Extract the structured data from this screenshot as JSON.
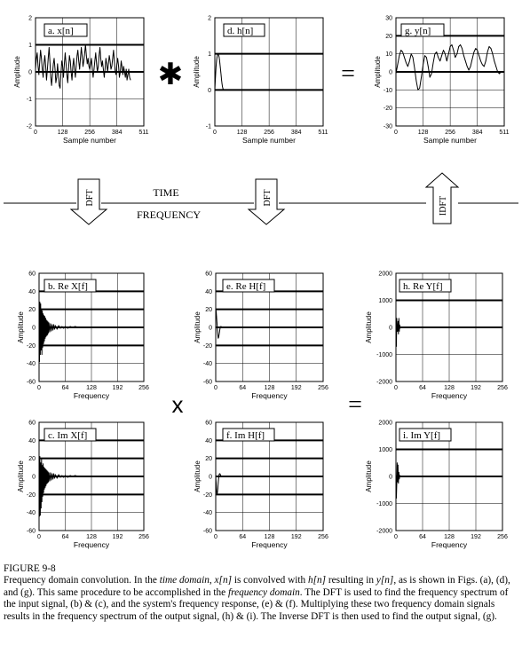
{
  "chart_data": [
    {
      "id": "xn",
      "type": "line",
      "panel_label": "a.  x[n]",
      "xlabel": "Sample number",
      "ylabel": "Amplitude",
      "xlim": [
        0,
        511
      ],
      "ylim": [
        -2,
        2
      ],
      "xticks": [
        0,
        128,
        256,
        384,
        511
      ],
      "yticks": [
        -2,
        -1,
        0,
        1,
        2
      ],
      "bold_grid_y": [
        0,
        1
      ],
      "x": [
        0,
        4,
        8,
        12,
        16,
        20,
        24,
        28,
        32,
        36,
        40,
        44,
        48,
        52,
        56,
        60,
        64,
        68,
        72,
        76,
        80,
        84,
        88,
        92,
        96,
        100,
        104,
        108,
        112,
        116,
        120,
        124,
        128,
        132,
        136,
        140,
        144,
        148,
        152,
        156,
        160,
        164,
        168,
        172,
        176,
        180,
        184,
        188,
        192,
        196,
        200,
        204,
        208,
        212,
        216,
        220,
        224,
        228,
        232,
        236,
        240,
        244,
        248,
        252,
        256,
        260,
        264,
        268,
        272,
        276,
        280,
        284,
        288,
        292,
        296,
        300,
        304,
        308,
        312,
        316,
        320,
        324,
        328,
        332,
        336,
        340,
        344,
        348,
        352,
        356,
        360,
        364,
        368,
        372,
        376,
        380,
        384,
        388,
        392,
        396,
        400,
        404,
        408,
        412,
        416,
        420,
        424,
        428,
        432,
        436,
        440,
        444,
        448
      ],
      "values": [
        0.1,
        0.5,
        0.7,
        0.2,
        -0.1,
        0.4,
        0.8,
        0.5,
        0.1,
        -0.2,
        0.3,
        0.6,
        0.2,
        -0.3,
        0.1,
        0.5,
        0.9,
        0.4,
        -0.2,
        -0.5,
        -0.1,
        0.3,
        0.5,
        0.1,
        -0.4,
        -0.2,
        0.3,
        -0.1,
        -0.5,
        -0.6,
        -0.1,
        0.4,
        0.2,
        -0.2,
        0.3,
        0.7,
        0.3,
        -0.1,
        -0.4,
        0.1,
        0.6,
        0.4,
        0.0,
        -0.3,
        0.2,
        0.5,
        0.1,
        -0.2,
        0.2,
        0.6,
        0.8,
        0.4,
        0.1,
        0.5,
        0.9,
        0.6,
        0.2,
        0.4,
        0.7,
        1.0,
        0.6,
        0.3,
        0.5,
        0.2,
        0.1,
        0.3,
        0.5,
        0.1,
        -0.2,
        0.1,
        0.4,
        0.7,
        0.3,
        0.0,
        0.2,
        0.6,
        0.9,
        0.5,
        0.2,
        0.4,
        0.1,
        -0.2,
        0.1,
        0.5,
        0.3,
        0.0,
        0.3,
        0.6,
        0.4,
        0.1,
        0.2,
        0.5,
        0.8,
        0.4,
        0.0,
        -0.1,
        0.3,
        0.5,
        0.2,
        -0.2,
        0.0,
        0.4,
        0.2,
        -0.1,
        0.2,
        0.0,
        -0.2,
        0.1,
        -0.3,
        -0.1,
        0.1,
        -0.2,
        -0.3
      ]
    },
    {
      "id": "hn",
      "type": "line",
      "panel_label": "d.  h[n]",
      "xlabel": "Sample number",
      "ylabel": "Amplitude",
      "xlim": [
        0,
        511
      ],
      "ylim": [
        -1,
        2
      ],
      "xticks": [
        0,
        128,
        256,
        384,
        511
      ],
      "yticks": [
        -1,
        0,
        1,
        2
      ],
      "bold_grid_y": [
        0,
        1
      ],
      "x": [
        0,
        2,
        4,
        6,
        8,
        10,
        12,
        14,
        16,
        18,
        20,
        22,
        24,
        26,
        28,
        30,
        32,
        34,
        36,
        38,
        40,
        42,
        44,
        46,
        48,
        50
      ],
      "values": [
        0.0,
        0.25,
        0.48,
        0.66,
        0.8,
        0.9,
        0.96,
        0.99,
        0.99,
        0.96,
        0.91,
        0.83,
        0.73,
        0.62,
        0.5,
        0.38,
        0.27,
        0.17,
        0.09,
        0.04,
        0.01,
        0.0,
        0.0,
        0.0,
        0.0,
        0.0
      ]
    },
    {
      "id": "yn",
      "type": "line",
      "panel_label": "g.  y[n]",
      "xlabel": "Sample number",
      "ylabel": "Amplitude",
      "xlim": [
        0,
        511
      ],
      "ylim": [
        -30,
        30
      ],
      "xticks": [
        0,
        128,
        256,
        384,
        511
      ],
      "yticks": [
        -30,
        -20,
        -10,
        0,
        10,
        20,
        30
      ],
      "bold_grid_y": [
        0,
        20
      ],
      "x": [
        0,
        8,
        16,
        24,
        32,
        40,
        48,
        56,
        64,
        72,
        80,
        88,
        96,
        104,
        112,
        120,
        128,
        136,
        144,
        152,
        160,
        168,
        176,
        184,
        192,
        200,
        208,
        216,
        224,
        232,
        240,
        248,
        256,
        264,
        272,
        280,
        288,
        296,
        304,
        312,
        320,
        328,
        336,
        344,
        352,
        360,
        368,
        376,
        384,
        392,
        400,
        408,
        416,
        424,
        432,
        440,
        448,
        456,
        464,
        472,
        480,
        488,
        496,
        504,
        511
      ],
      "values": [
        -1,
        4,
        9,
        12,
        11,
        8,
        5,
        3,
        6,
        10,
        8,
        2,
        -5,
        -10,
        -9,
        -3,
        4,
        9,
        8,
        3,
        -3,
        -1,
        5,
        10,
        11,
        8,
        6,
        9,
        12,
        10,
        6,
        10,
        14,
        15,
        12,
        8,
        10,
        14,
        15,
        13,
        9,
        6,
        3,
        1,
        3,
        7,
        11,
        13,
        12,
        9,
        6,
        4,
        3,
        6,
        11,
        14,
        13,
        10,
        6,
        3,
        0,
        -1,
        0,
        0,
        0
      ]
    },
    {
      "id": "ReX",
      "type": "line",
      "panel_label": "b.  Re X[f]",
      "xlabel": "Frequency",
      "ylabel": "Amplitude",
      "xlim": [
        0,
        256
      ],
      "ylim": [
        -60,
        60
      ],
      "xticks": [
        0,
        64,
        128,
        192,
        256
      ],
      "yticks": [
        -60,
        -40,
        -20,
        0,
        20,
        40,
        60
      ],
      "bold_grid_y": [
        -20,
        0,
        20,
        40
      ],
      "x": [
        0,
        1,
        2,
        3,
        4,
        5,
        6,
        7,
        8,
        9,
        10,
        11,
        12,
        13,
        14,
        15,
        16,
        17,
        18,
        19,
        20,
        21,
        22,
        23,
        24,
        26,
        28,
        30,
        32,
        34,
        36,
        38,
        40,
        44,
        48,
        52,
        56,
        60,
        64,
        70,
        76,
        82,
        88,
        96,
        104,
        112,
        120,
        136,
        152,
        168,
        184,
        200,
        216,
        232,
        256
      ],
      "values": [
        22,
        -38,
        28,
        -30,
        26,
        -25,
        20,
        -30,
        18,
        -22,
        15,
        -18,
        13,
        -15,
        12,
        -12,
        10,
        -10,
        8,
        -9,
        7,
        -8,
        6,
        -6,
        5,
        -5,
        4,
        -4,
        3,
        -3,
        3,
        -2,
        2,
        -2,
        2,
        -1,
        1,
        -1,
        1,
        -1,
        1,
        0,
        1,
        0,
        0,
        0,
        0,
        0,
        0,
        0,
        0,
        0,
        0,
        0,
        0
      ]
    },
    {
      "id": "ReH",
      "type": "line",
      "panel_label": "e.  Re H[f]",
      "xlabel": "Frequency",
      "ylabel": "Amplitude",
      "xlim": [
        0,
        256
      ],
      "ylim": [
        -60,
        60
      ],
      "xticks": [
        0,
        64,
        128,
        192,
        256
      ],
      "yticks": [
        -60,
        -40,
        -20,
        0,
        20,
        40,
        60
      ],
      "bold_grid_y": [
        -20,
        0,
        20,
        40
      ],
      "x": [
        0,
        1,
        2,
        3,
        4,
        5,
        6,
        7,
        8,
        9,
        10,
        11,
        12,
        13,
        14,
        16,
        18,
        20,
        24,
        28,
        32,
        40,
        48,
        64,
        96,
        128,
        192,
        256
      ],
      "values": [
        20,
        18,
        12,
        5,
        -3,
        -9,
        -12,
        -11,
        -8,
        -5,
        -2,
        0,
        1,
        1,
        0,
        0,
        0,
        0,
        0,
        0,
        0,
        0,
        0,
        0,
        0,
        0,
        0,
        0
      ]
    },
    {
      "id": "ReY",
      "type": "line",
      "panel_label": "h.  Re Y[f]",
      "xlabel": "Frequency",
      "ylabel": "Amplitude",
      "xlim": [
        0,
        256
      ],
      "ylim": [
        -2000,
        2000
      ],
      "xticks": [
        0,
        64,
        128,
        192,
        256
      ],
      "yticks": [
        -2000,
        -1000,
        0,
        1000,
        2000
      ],
      "bold_grid_y": [
        0,
        1000
      ],
      "x": [
        0,
        1,
        2,
        3,
        4,
        5,
        6,
        7,
        8,
        9,
        10,
        11,
        12,
        13,
        14,
        16,
        18,
        20,
        24,
        28,
        32,
        48,
        64,
        128,
        192,
        256
      ],
      "values": [
        440,
        -700,
        330,
        -150,
        -80,
        220,
        -240,
        330,
        -140,
        90,
        -30,
        20,
        -10,
        5,
        0,
        0,
        0,
        0,
        0,
        0,
        0,
        0,
        0,
        0,
        0,
        0
      ]
    },
    {
      "id": "ImX",
      "type": "line",
      "panel_label": "c.  Im X[f]",
      "xlabel": "Frequency",
      "ylabel": "Amplitude",
      "xlim": [
        0,
        256
      ],
      "ylim": [
        -60,
        60
      ],
      "xticks": [
        0,
        64,
        128,
        192,
        256
      ],
      "yticks": [
        -60,
        -40,
        -20,
        0,
        20,
        40,
        60
      ],
      "bold_grid_y": [
        -20,
        0,
        20,
        40
      ],
      "x": [
        0,
        1,
        2,
        3,
        4,
        5,
        6,
        7,
        8,
        9,
        10,
        11,
        12,
        13,
        14,
        15,
        16,
        17,
        18,
        19,
        20,
        21,
        22,
        23,
        24,
        26,
        28,
        30,
        32,
        34,
        36,
        38,
        40,
        44,
        48,
        52,
        56,
        60,
        64,
        70,
        76,
        82,
        88,
        96,
        104,
        112,
        120,
        136,
        152,
        168,
        184,
        200,
        216,
        232,
        256
      ],
      "values": [
        0,
        -44,
        22,
        -43,
        15,
        -35,
        20,
        -28,
        12,
        -22,
        14,
        -18,
        10,
        -14,
        9,
        -12,
        8,
        -10,
        7,
        -8,
        6,
        -7,
        5,
        -6,
        4,
        -5,
        4,
        -4,
        3,
        -3,
        3,
        -2,
        2,
        -2,
        2,
        -1,
        1,
        -1,
        1,
        -1,
        1,
        0,
        1,
        0,
        0,
        0,
        0,
        0,
        0,
        0,
        0,
        0,
        0,
        0,
        0
      ]
    },
    {
      "id": "ImH",
      "type": "line",
      "panel_label": "f.  Im H[f]",
      "xlabel": "Frequency",
      "ylabel": "Amplitude",
      "xlim": [
        0,
        256
      ],
      "ylim": [
        -60,
        60
      ],
      "xticks": [
        0,
        64,
        128,
        192,
        256
      ],
      "yticks": [
        -60,
        -40,
        -20,
        0,
        20,
        40,
        60
      ],
      "bold_grid_y": [
        -20,
        0,
        20,
        40
      ],
      "x": [
        0,
        1,
        2,
        3,
        4,
        5,
        6,
        7,
        8,
        9,
        10,
        11,
        12,
        13,
        14,
        16,
        18,
        20,
        24,
        28,
        32,
        40,
        48,
        64,
        96,
        128,
        192,
        256
      ],
      "values": [
        0,
        -8,
        -16,
        -20,
        -18,
        -13,
        -7,
        -2,
        2,
        3,
        3,
        2,
        1,
        0,
        0,
        0,
        0,
        0,
        0,
        0,
        0,
        0,
        0,
        0,
        0,
        0,
        0,
        0
      ]
    },
    {
      "id": "ImY",
      "type": "line",
      "panel_label": "i.  Im Y[f]",
      "xlabel": "Frequency",
      "ylabel": "Amplitude",
      "xlim": [
        0,
        256
      ],
      "ylim": [
        -2000,
        2000
      ],
      "xticks": [
        0,
        64,
        128,
        192,
        256
      ],
      "yticks": [
        -2000,
        -1000,
        0,
        1000,
        2000
      ],
      "bold_grid_y": [
        0,
        1000
      ],
      "x": [
        0,
        1,
        2,
        3,
        4,
        5,
        6,
        7,
        8,
        9,
        10,
        11,
        12,
        13,
        14,
        16,
        18,
        20,
        24,
        28,
        32,
        48,
        64,
        128,
        192,
        256
      ],
      "values": [
        0,
        -800,
        -300,
        500,
        -200,
        420,
        -250,
        150,
        -90,
        40,
        -20,
        10,
        0,
        0,
        0,
        0,
        0,
        0,
        0,
        0,
        0,
        0,
        0,
        0,
        0,
        0
      ]
    }
  ],
  "diagram": {
    "time_label": "TIME",
    "frequency_label": "FREQUENCY",
    "dft_label": "DFT",
    "idft_label": "IDFT",
    "convolution_symbol": "✱",
    "multiply_symbol": "x",
    "equals_symbol": "="
  },
  "caption": {
    "figure_label": "FIGURE 9-8",
    "text_1": "Frequency domain convolution. In the ",
    "time_domain": "time domain",
    "text_2": ", ",
    "xn": "x[n]",
    "text_3": " is convolved with ",
    "hn": "h[n]",
    "text_4": " resulting in ",
    "yn": "y[n]",
    "text_5": ", as is shown in Figs. (a), (d), and (g).  This same procedure to be accomplished in the ",
    "frequency_domain": "frequency domain",
    "text_6": ". The DFT is used to find the frequency spectrum of the input signal, (b) & (c), and the system's frequency response, (e) & (f).  Multiplying these two frequency domain signals results in the frequency spectrum of the output signal, (h) & (i).  The Inverse DFT is then used to find the output signal, (g)."
  }
}
